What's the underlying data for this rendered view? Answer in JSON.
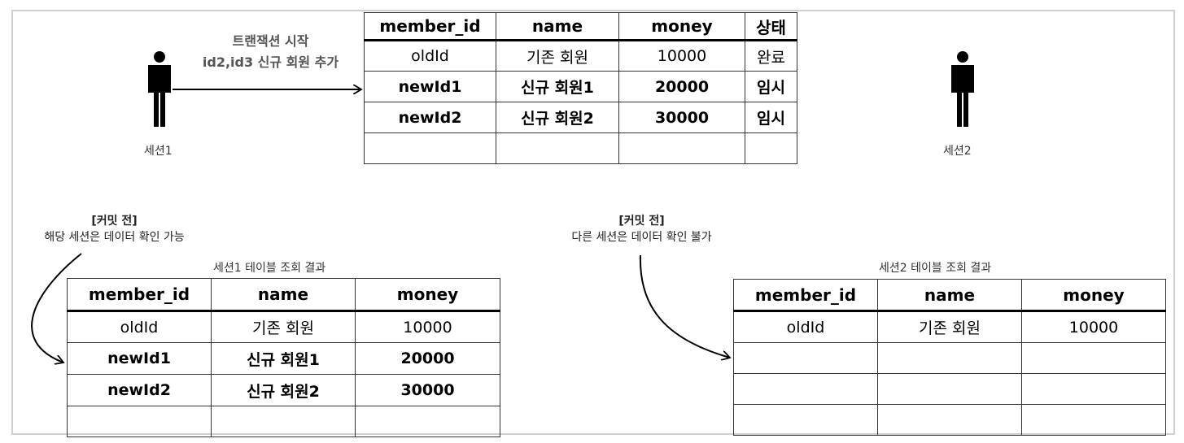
{
  "session1": {
    "label": "세션1",
    "arrow_line1": "트랜잭션 시작",
    "arrow_line2": "id2,id3 신규 회원 추가",
    "note_line1": "[커밋 전]",
    "note_line2": "해당 세션은 데이터 확인 가능",
    "result_title": "세션1 테이블 조회 결과"
  },
  "session2": {
    "label": "세션2",
    "note_line1": "[커밋 전]",
    "note_line2": "다른 세션은 데이터 확인 불가",
    "result_title": "세션2 테이블 조회 결과"
  },
  "db_table": {
    "headers": [
      "member_id",
      "name",
      "money",
      "상태"
    ],
    "rows": [
      [
        "oldId",
        "기존 회원",
        "10000",
        "완료"
      ],
      [
        "newId1",
        "신규 회원1",
        "20000",
        "임시"
      ],
      [
        "newId2",
        "신규 회원2",
        "30000",
        "임시"
      ],
      [
        "",
        "",
        "",
        ""
      ]
    ]
  },
  "session1_table": {
    "headers": [
      "member_id",
      "name",
      "money"
    ],
    "rows": [
      [
        "oldId",
        "기존 회원",
        "10000"
      ],
      [
        "newId1",
        "신규 회원1",
        "20000"
      ],
      [
        "newId2",
        "신규 회원2",
        "30000"
      ],
      [
        "",
        "",
        ""
      ]
    ]
  },
  "session2_table": {
    "headers": [
      "member_id",
      "name",
      "money"
    ],
    "rows": [
      [
        "oldId",
        "기존 회원",
        "10000"
      ],
      [
        "",
        "",
        ""
      ],
      [
        "",
        "",
        ""
      ],
      [
        "",
        "",
        ""
      ]
    ]
  },
  "colors": {
    "line": "#000000",
    "frame": "#cfcfcf",
    "text_muted": "#555555"
  }
}
